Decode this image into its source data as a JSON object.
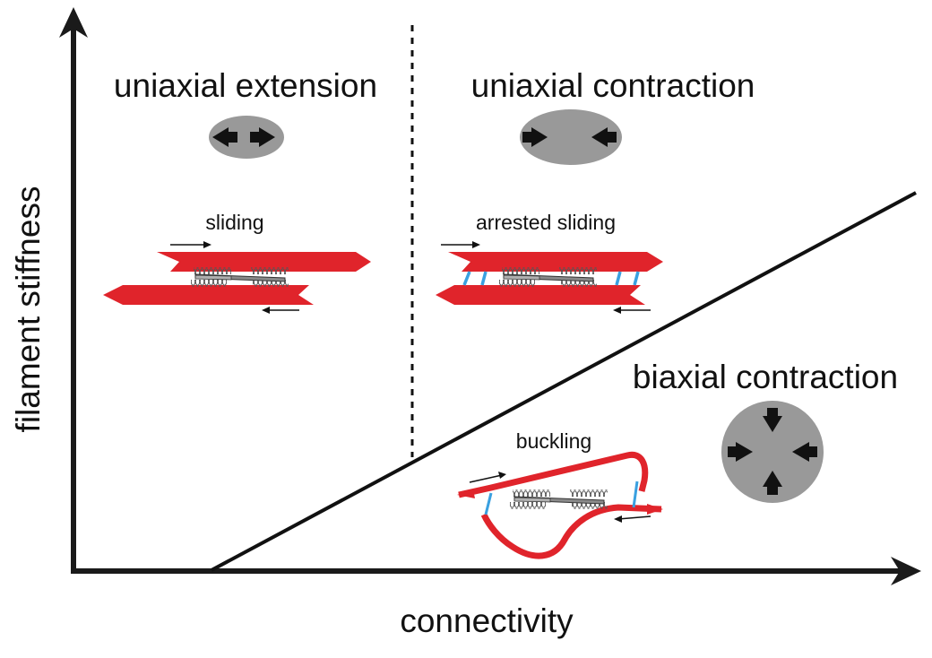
{
  "axes": {
    "xlabel": "connectivity",
    "ylabel": "filament stiffness"
  },
  "regions": {
    "extension": {
      "title": "uniaxial extension",
      "caption": "sliding"
    },
    "uni_contraction": {
      "title": "uniaxial contraction",
      "caption": "arrested sliding"
    },
    "bi_contraction": {
      "title": "biaxial contraction",
      "caption": "buckling"
    }
  },
  "colors": {
    "filament": "#e0242b",
    "crosslink": "#3aa0e0",
    "motor": "#555555",
    "disk": "#999999",
    "arrow": "#111111",
    "axis": "#1a1a1a"
  }
}
